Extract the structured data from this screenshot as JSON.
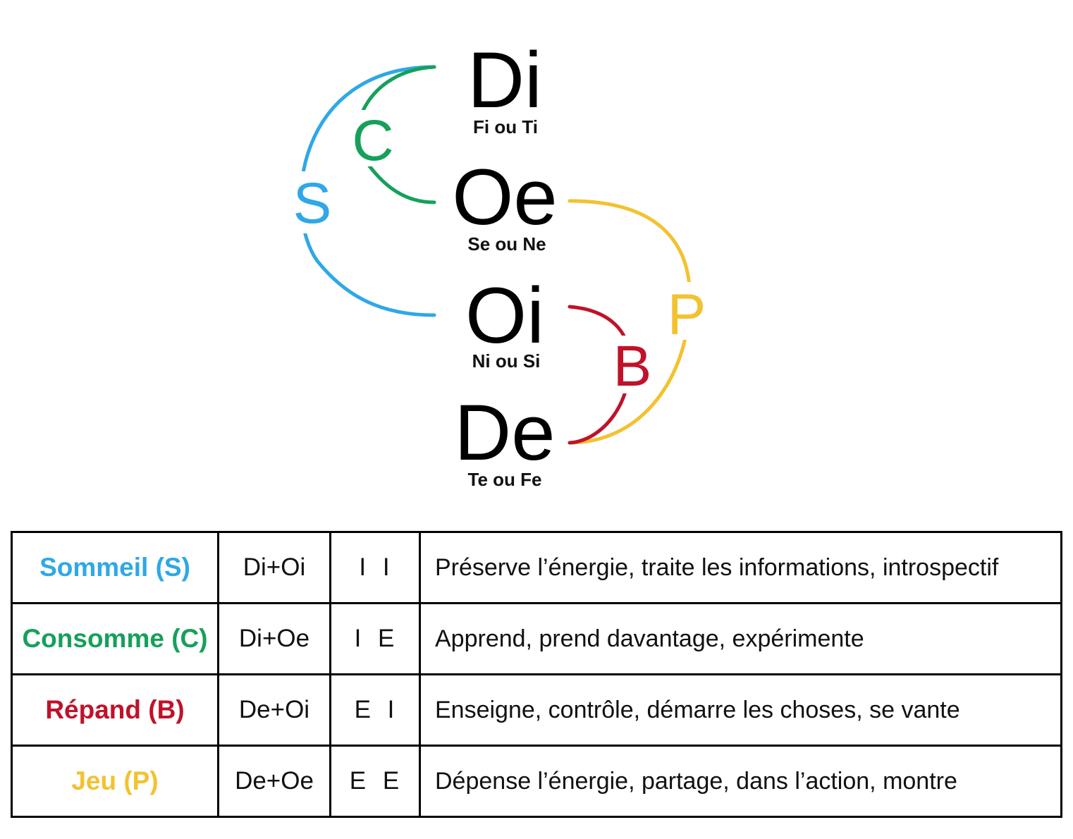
{
  "functions": [
    {
      "code": "Di",
      "sub": "Fi ou Ti"
    },
    {
      "code": "Oe",
      "sub": "Se ou Ne"
    },
    {
      "code": "Oi",
      "sub": "Ni ou Si"
    },
    {
      "code": "De",
      "sub": "Te ou Fe"
    }
  ],
  "arcs": [
    {
      "letter": "S",
      "color": "#2ea8e6"
    },
    {
      "letter": "C",
      "color": "#16a05a"
    },
    {
      "letter": "P",
      "color": "#f2c230"
    },
    {
      "letter": "B",
      "color": "#c0122a"
    }
  ],
  "table": {
    "rows": [
      {
        "name": "Sommeil (S)",
        "color": "#2ea8e6",
        "pair": "Di+Oi",
        "dir": "I I",
        "desc": "Préserve l’énergie, traite les informations, introspectif"
      },
      {
        "name": "Consomme (C)",
        "color": "#16a05a",
        "pair": "Di+Oe",
        "dir": "I E",
        "desc": "Apprend, prend davantage, expérimente"
      },
      {
        "name": "Répand (B)",
        "color": "#c0122a",
        "pair": "De+Oi",
        "dir": "E I",
        "desc": "Enseigne, contrôle, démarre les choses, se vante"
      },
      {
        "name": "Jeu (P)",
        "color": "#f2c230",
        "pair": "De+Oe",
        "dir": "E E",
        "desc": "Dépense l’énergie, partage, dans l’action, montre"
      }
    ]
  }
}
